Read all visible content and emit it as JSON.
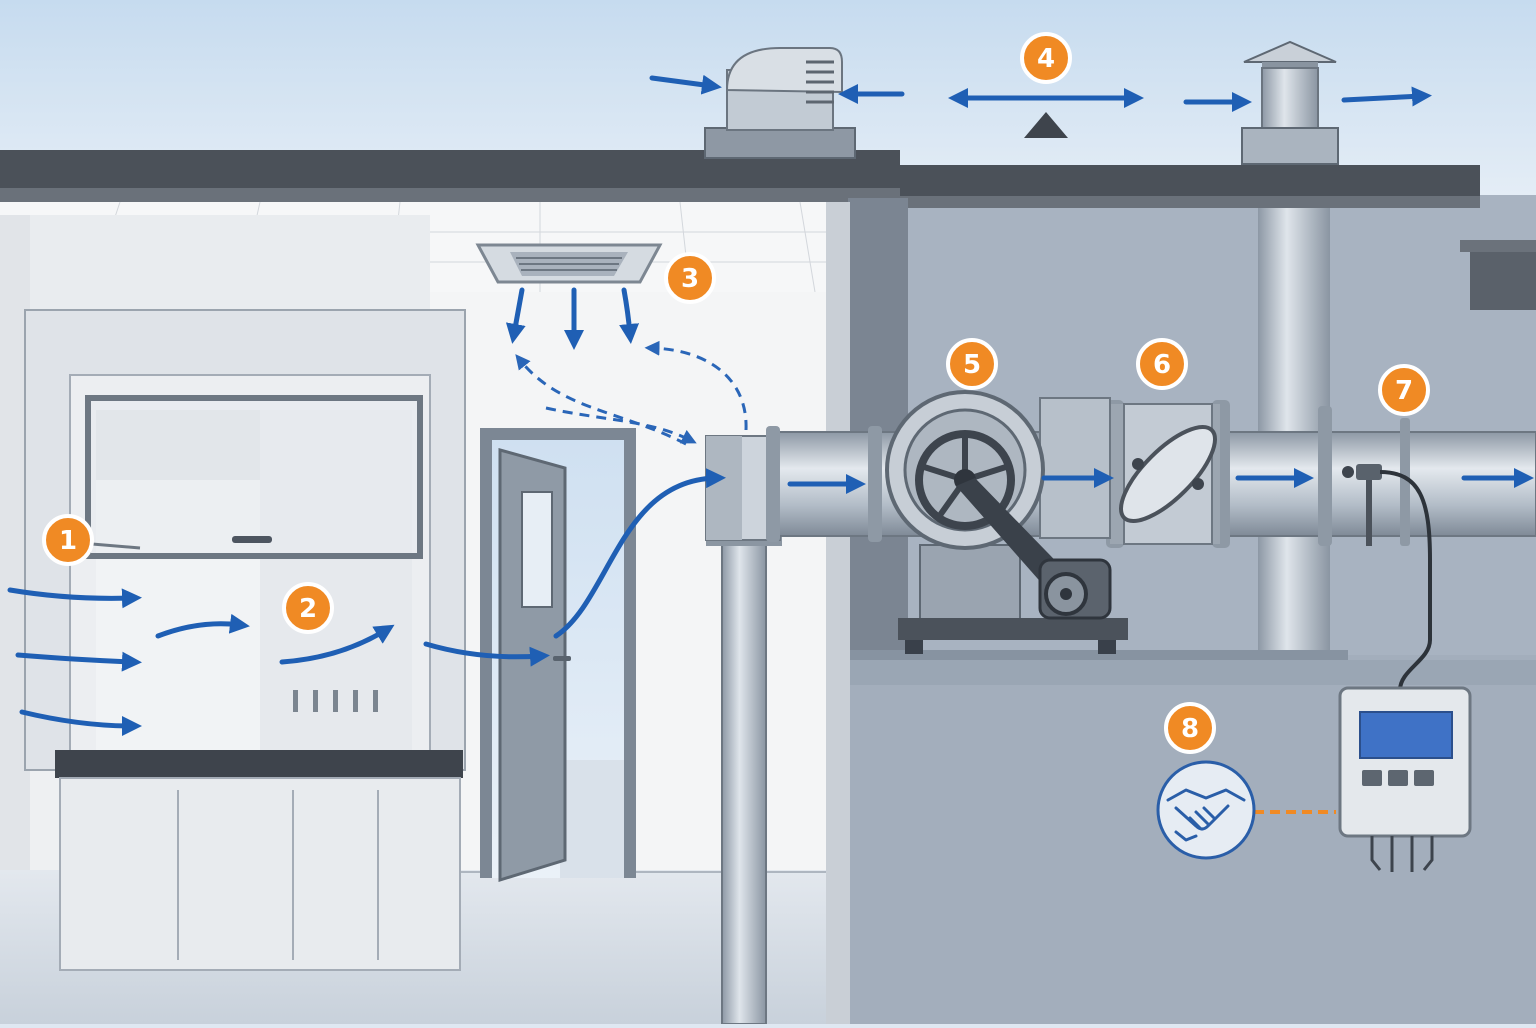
{
  "diagram": {
    "callouts": [
      {
        "id": "fume-hood-sash",
        "label": "1"
      },
      {
        "id": "hood-airflow",
        "label": "2"
      },
      {
        "id": "supply-diffuser",
        "label": "3"
      },
      {
        "id": "air-balance",
        "label": "4"
      },
      {
        "id": "exhaust-fan",
        "label": "5"
      },
      {
        "id": "damper",
        "label": "6"
      },
      {
        "id": "airflow-sensor",
        "label": "7"
      },
      {
        "id": "service-agreement",
        "label": "8"
      }
    ],
    "colors": {
      "sky_top": "#c9dcee",
      "sky_bottom": "#eef3f8",
      "roof": "#4a5058",
      "mech_wall": "#a9b4c2",
      "lab_wall": "#f1f3f5",
      "duct": "#b9c2cc",
      "airflow_arrow": "#1f5fb4",
      "callout_fill": "#f08a24",
      "callout_text": "#ffffff",
      "controller_screen": "#3f72c6",
      "signal_line": "#f08a24"
    },
    "icons": [
      "handshake-icon",
      "balance-icon",
      "fan-wheel-icon",
      "damper-blade-icon",
      "sensor-probe-icon",
      "controller-icon"
    ]
  }
}
